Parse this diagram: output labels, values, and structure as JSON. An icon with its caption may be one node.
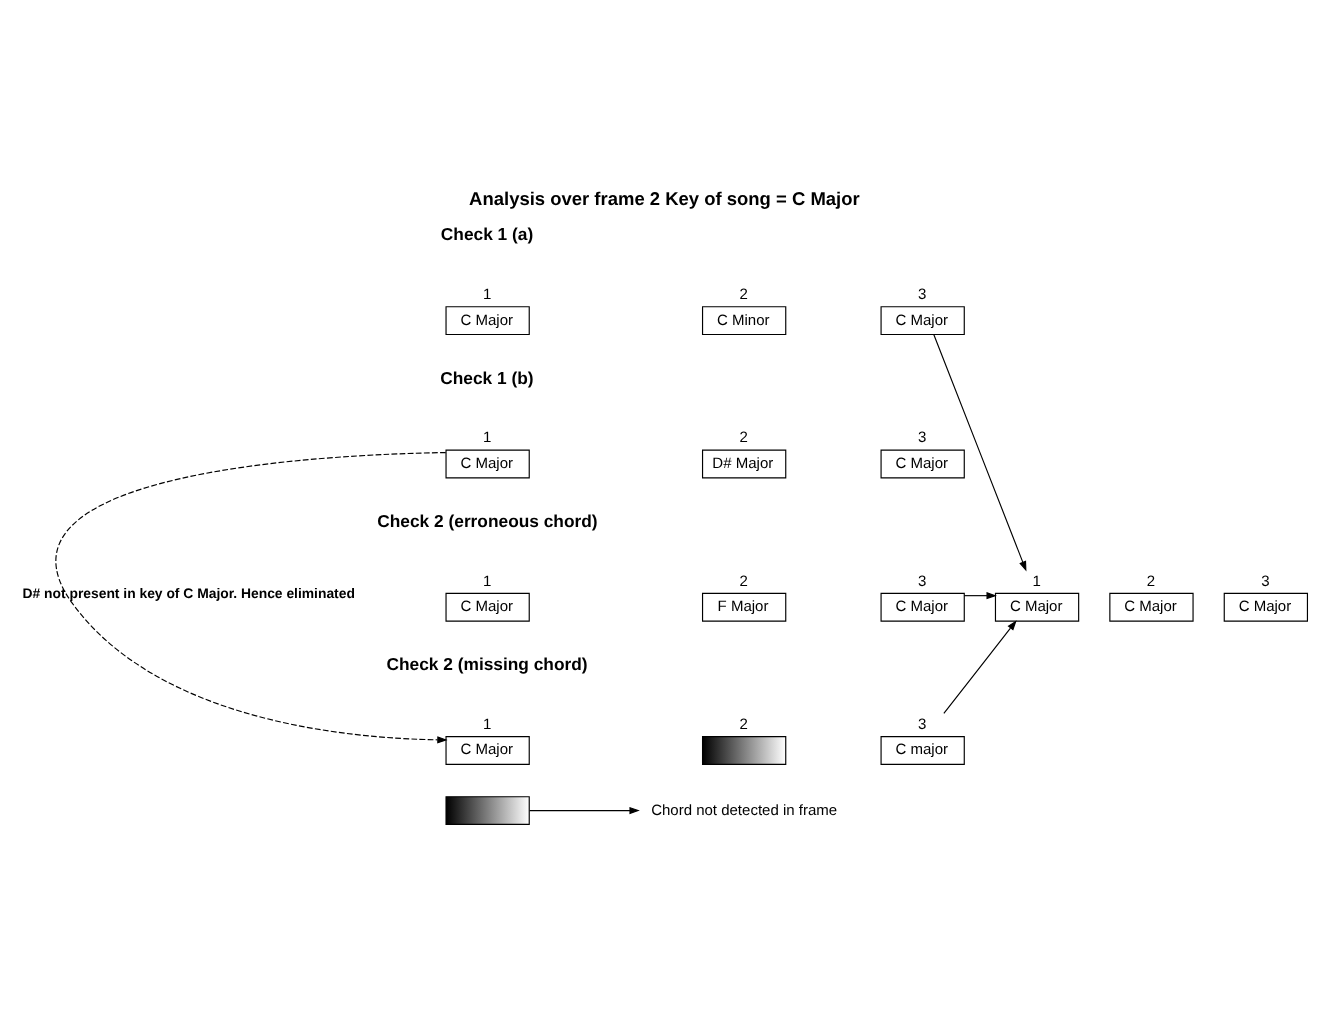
{
  "diagram": {
    "title": "Analysis over frame 2 Key of song = C Major",
    "nodes": [
      {
        "text": [
          "C Major"
        ],
        "beside": [
          "1"
        ]
      },
      {
        "text": [
          "C Minor"
        ],
        "beside": [
          "2"
        ]
      },
      {
        "text": [
          "C Major"
        ],
        "beside": [
          "3"
        ]
      },
      {
        "text": [
          "C Major"
        ],
        "beside": [
          "1"
        ]
      },
      {
        "text": [
          "D# Major"
        ],
        "beside": [
          "2"
        ]
      },
      {
        "text": [
          "C Major"
        ],
        "beside": [
          "3"
        ]
      },
      {
        "text": [
          "C Major"
        ],
        "beside": [
          "1"
        ]
      },
      {
        "text": [
          "F Major"
        ],
        "beside": [
          "2"
        ]
      },
      {
        "text": [
          "C Major"
        ],
        "beside": [
          "3"
        ]
      },
      {
        "text": [
          "C Major"
        ],
        "beside": [
          "1"
        ]
      },
      {
        "text": [],
        "shape": "box",
        "beside": [
          "2"
        ]
      },
      {
        "text": [
          "C major"
        ],
        "beside": [
          "3"
        ]
      },
      {
        "text": [
          "C Major"
        ],
        "beside": [
          "1"
        ]
      },
      {
        "text": [
          "C Major"
        ],
        "beside": [
          "2"
        ]
      },
      {
        "text": [
          "C Major"
        ],
        "beside": [
          "3"
        ]
      },
      {
        "text": [],
        "shape": "box"
      },
      {
        "text": [
          "Chord not detected in frame"
        ]
      }
    ],
    "edges": [
      {
        "from": 2,
        "to": 12,
        "arrow": "to"
      },
      {
        "from": 8,
        "to": 12,
        "arrow": "to"
      },
      {
        "from": 11,
        "to": 12,
        "arrow": "to"
      },
      {
        "from": 3,
        "to": 9,
        "arrow": "to",
        "style": "dashed",
        "label": "D# not present in key of C Major. Hence eliminated"
      },
      {
        "from": 15,
        "to": 16,
        "arrow": "to"
      }
    ],
    "labels": [
      "Check 1 (a)",
      "Check 1 (b)",
      "Check 2 (erroneous chord)",
      "Check 2 (missing chord)"
    ]
  }
}
